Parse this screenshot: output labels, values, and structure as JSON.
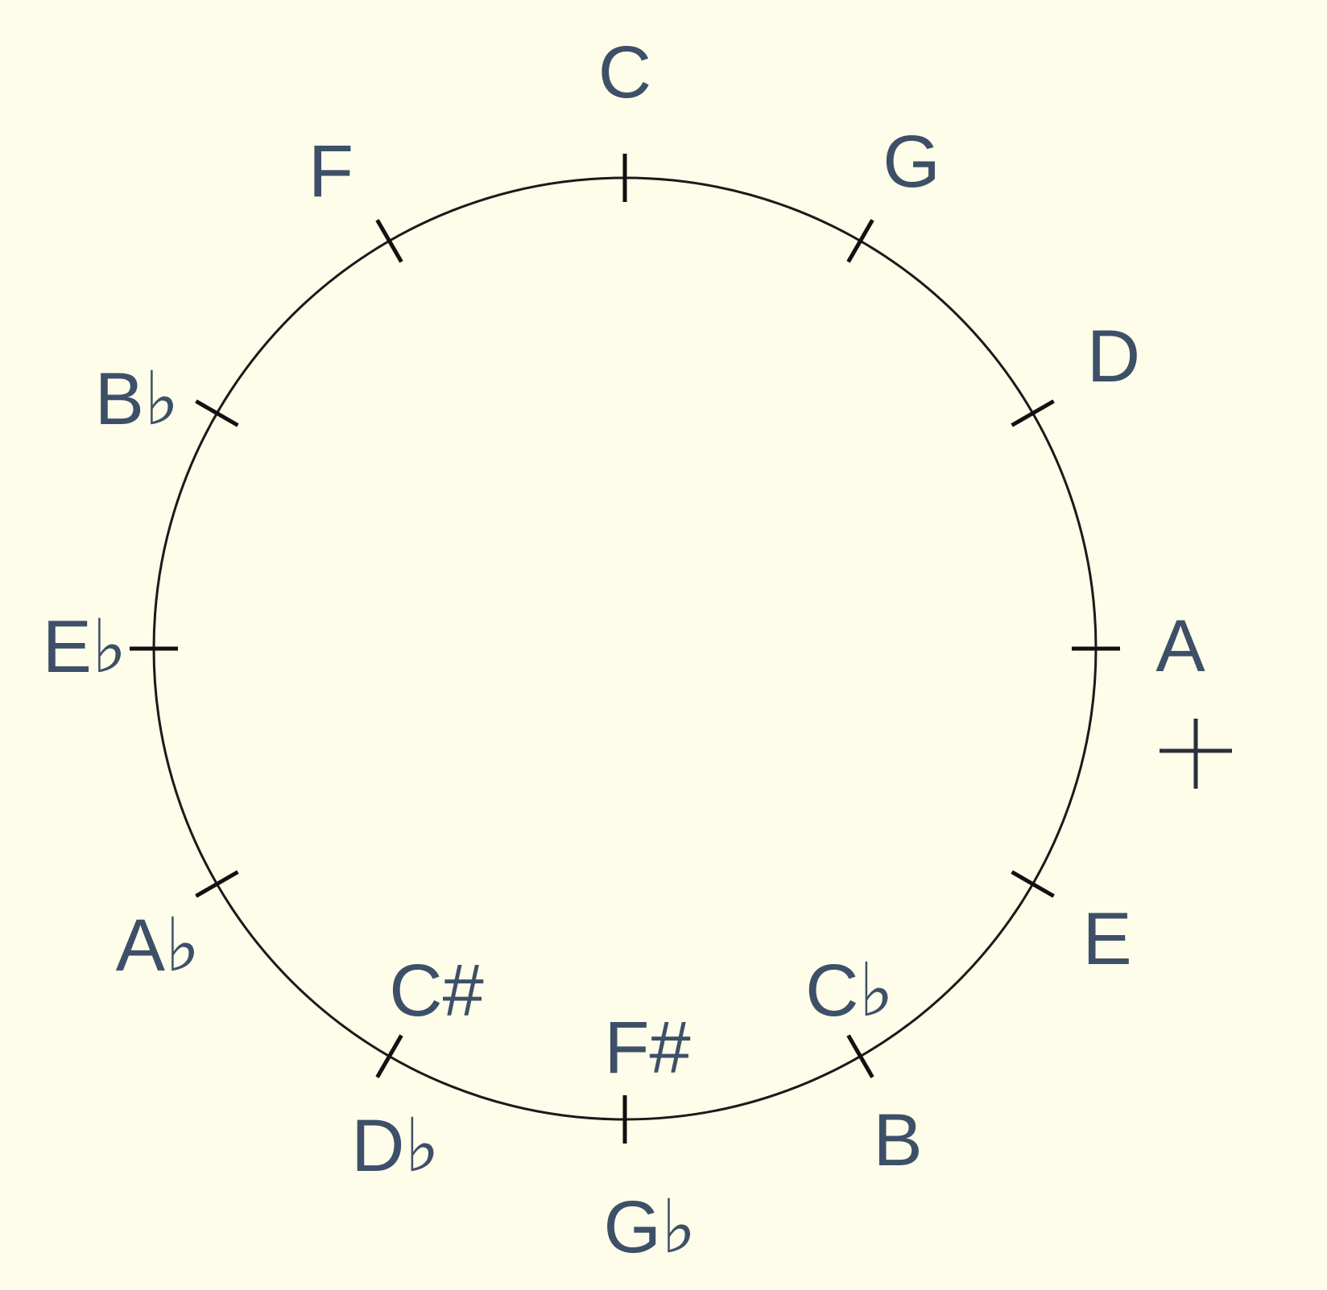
{
  "diagram": {
    "positions": [
      {
        "index": 0,
        "labels": [
          "C"
        ]
      },
      {
        "index": 1,
        "labels": [
          "G"
        ]
      },
      {
        "index": 2,
        "labels": [
          "D"
        ]
      },
      {
        "index": 3,
        "labels": [
          "A"
        ]
      },
      {
        "index": 4,
        "labels": [
          "E"
        ]
      },
      {
        "index": 5,
        "labels": [
          "C♭",
          "B"
        ]
      },
      {
        "index": 6,
        "labels": [
          "F#",
          "G♭"
        ]
      },
      {
        "index": 7,
        "labels": [
          "C#",
          "D♭"
        ]
      },
      {
        "index": 8,
        "labels": [
          "A♭"
        ]
      },
      {
        "index": 9,
        "labels": [
          "E♭"
        ]
      },
      {
        "index": 10,
        "labels": [
          "B♭"
        ]
      },
      {
        "index": 11,
        "labels": [
          "F"
        ]
      }
    ],
    "plus_symbol": "+",
    "colors": {
      "background": "#fdfde9",
      "label": "#3e5068",
      "circle": "#1a1a1a"
    }
  }
}
